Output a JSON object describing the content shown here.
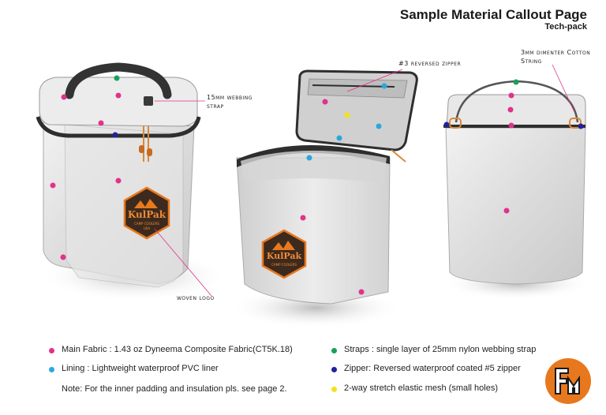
{
  "header": {
    "title": "Sample Material Callout Page",
    "subtitle": "Tech-pack"
  },
  "callouts": {
    "webbing": "15mm webbing strap",
    "zipper": "#3 reversed zipper",
    "cotton": "3mm dimenter Cotton String",
    "woven_logo": "woven logo"
  },
  "patch": {
    "brand": "KulPak",
    "tagline": "CAMP COOLERS",
    "origin": "USA"
  },
  "legend": {
    "main_fabric": "Main Fabric : 1.43 oz Dyneema Composite Fabric(CT5K.18)",
    "lining": "Lining : Lightweight waterproof PVC liner",
    "note": "Note: For the inner padding and insulation pls. see page 2.",
    "straps": "Straps : single layer of 25mm nylon webbing strap",
    "zipper": "Zipper: Reversed waterproof coated #5 zipper",
    "mesh": "2-way stretch elastic mesh (small holes)"
  },
  "colors": {
    "main_fabric": "#e0338a",
    "lining": "#2aa8dd",
    "straps": "#1aa05a",
    "zipper": "#22229a",
    "mesh": "#f2e21a",
    "accent": "#e8781e"
  },
  "logo_icon": "fm-logo-icon"
}
